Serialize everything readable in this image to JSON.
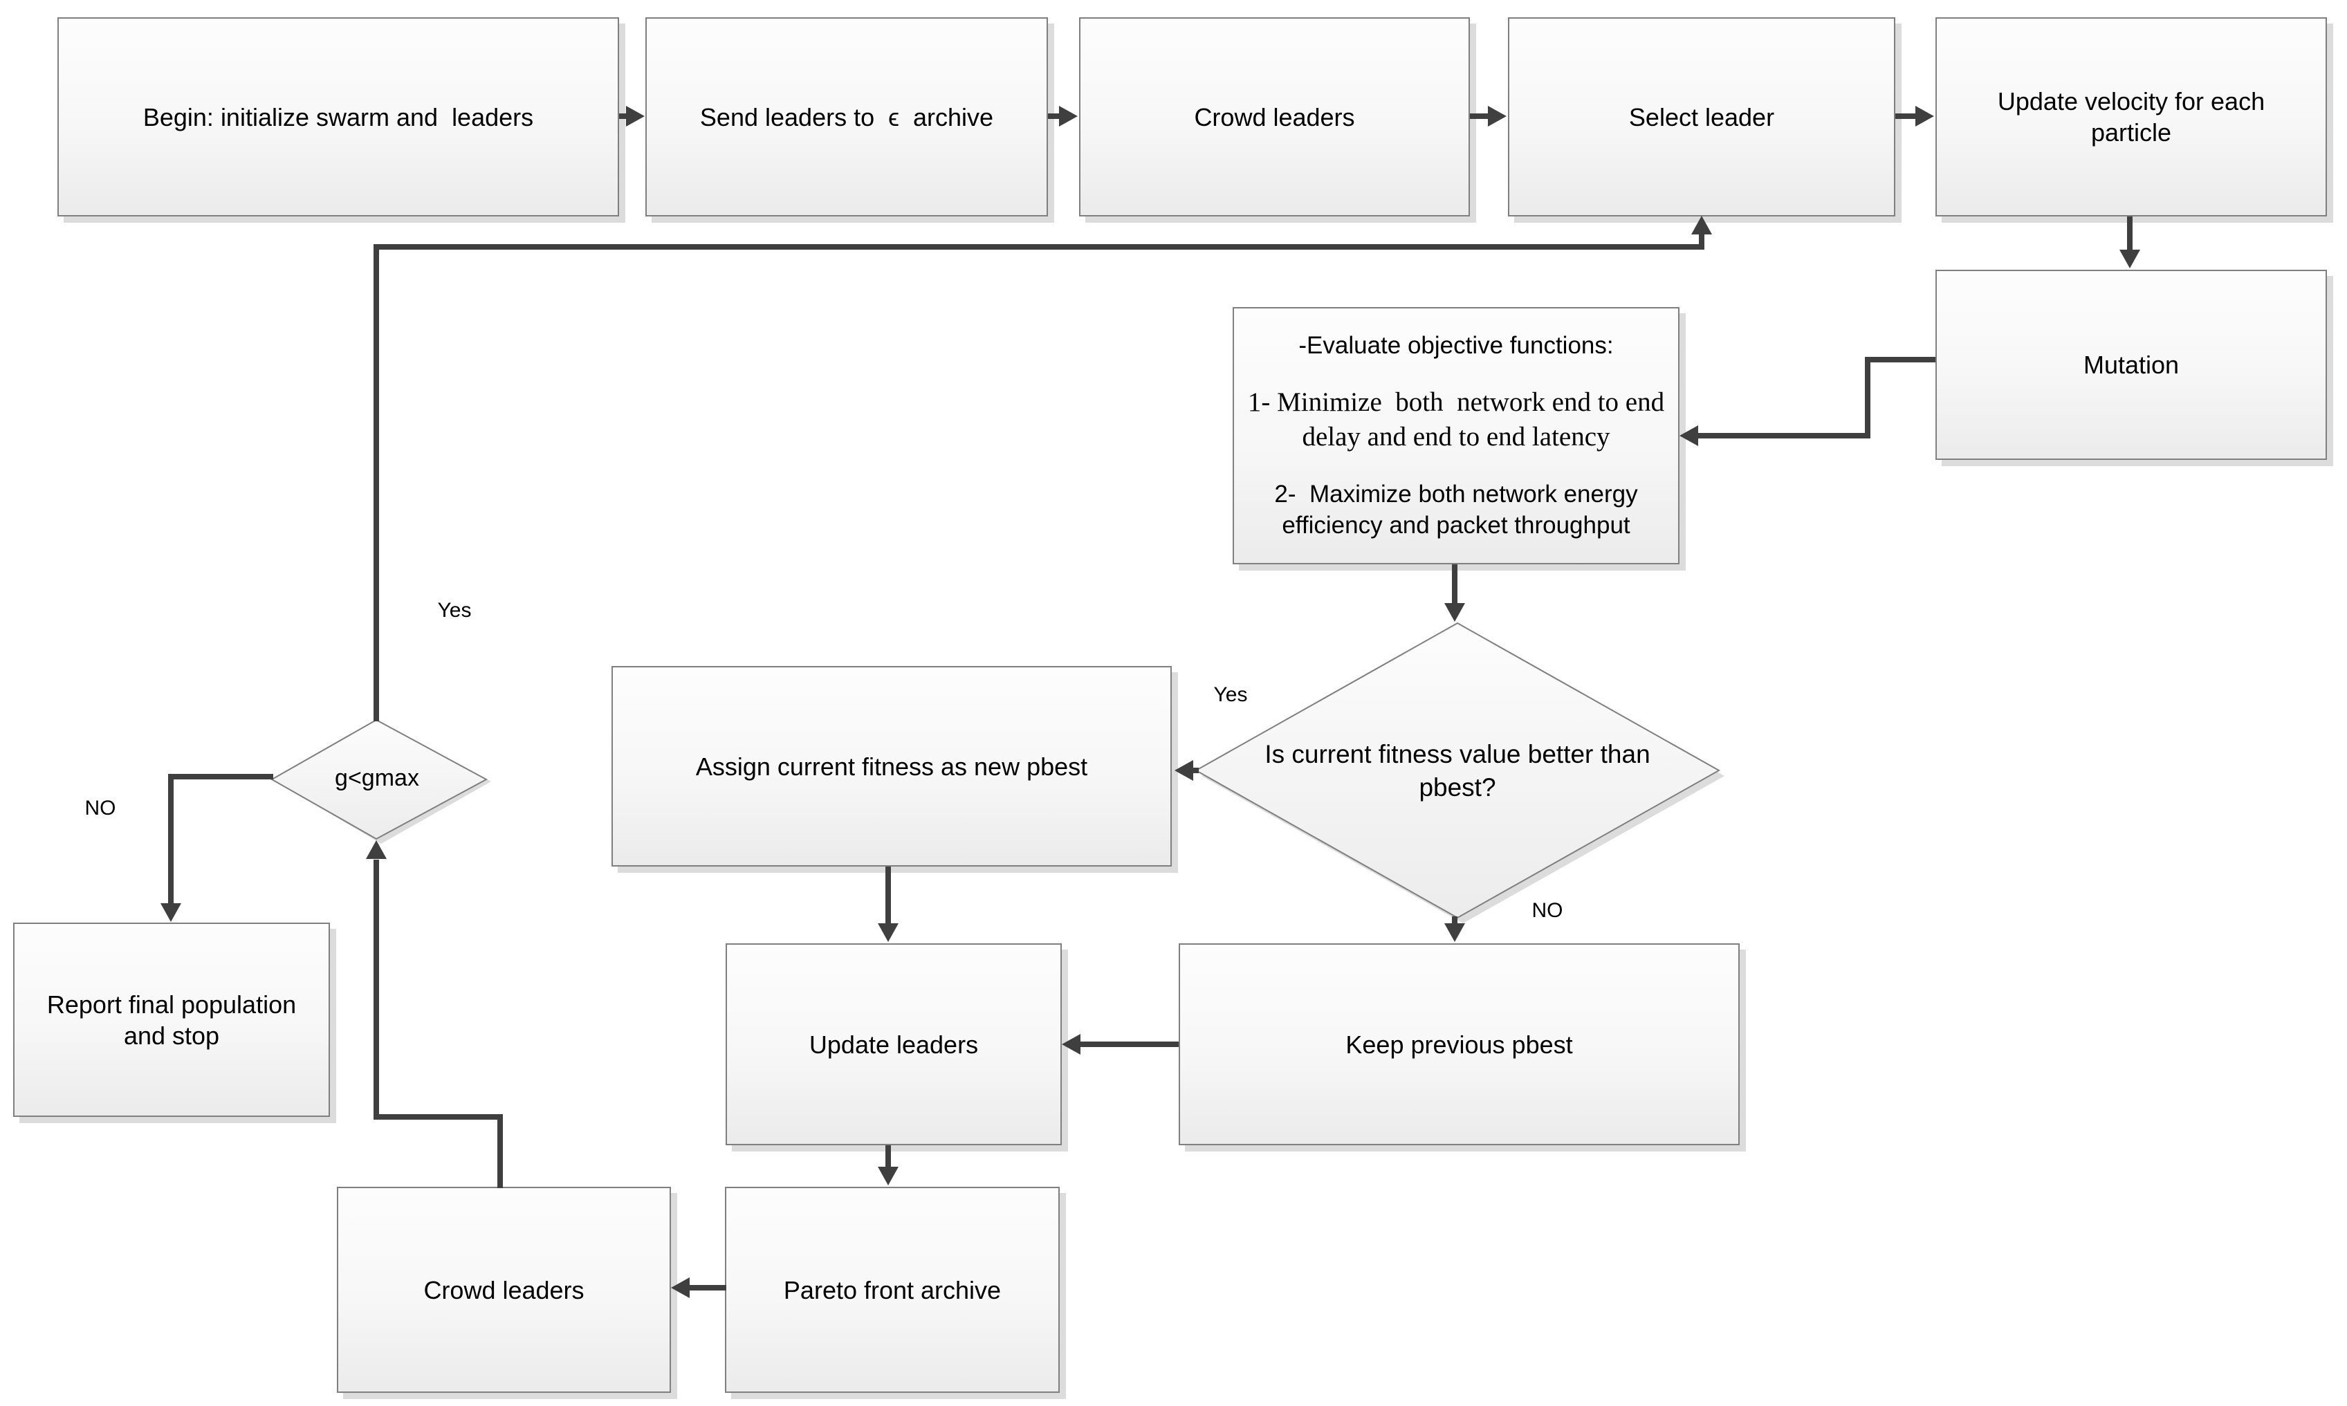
{
  "nodes": {
    "begin": "Begin: initialize swarm and  leaders",
    "send_leaders": "Send leaders to  ϵ  archive",
    "crowd_leaders_top": "Crowd leaders",
    "select_leader": "Select leader",
    "update_velocity": "Update velocity for each particle",
    "mutation": "Mutation",
    "evaluate": {
      "line1": "-Evaluate objective functions:",
      "line2": "1- Minimize  both  network end to end delay and end to end latency",
      "line3": "2-  Maximize both network energy efficiency and packet throughput"
    },
    "fitness_decision": "Is current fitness value better than pbest?",
    "assign_pbest": "Assign current fitness as new pbest",
    "keep_pbest": "Keep previous pbest",
    "update_leaders": "Update leaders",
    "pareto_archive": "Pareto front archive",
    "crowd_leaders_bottom": "Crowd leaders",
    "generation_decision": "g<gmax",
    "report_stop": "Report final population and stop"
  },
  "edge_labels": {
    "fitness_yes": "Yes",
    "fitness_no": "NO",
    "generation_yes": "Yes",
    "generation_no": "NO"
  },
  "colors": {
    "connector": "#3f3f3f",
    "box_border": "#7f7f7f",
    "box_fill_top": "#fdfdfd",
    "box_fill_bottom": "#ebebeb",
    "shadow": "#dcdcdc",
    "text": "#000000",
    "background": "#ffffff"
  }
}
